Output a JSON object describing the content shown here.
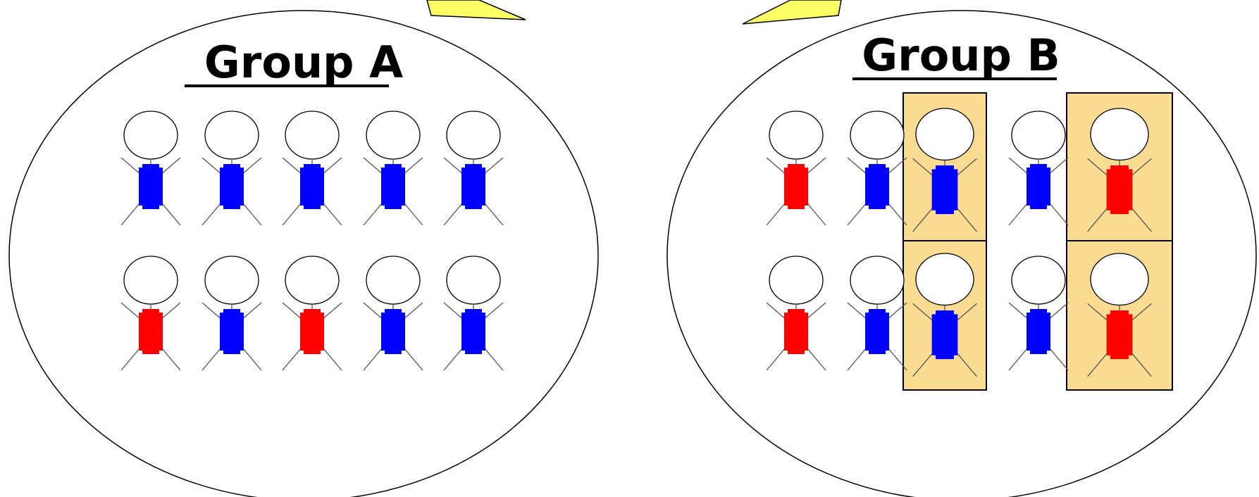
{
  "colors": {
    "pointer_fill": "#ffff66",
    "figure_blue": "#0000ff",
    "figure_red": "#ff0000",
    "highlight_fill": "#f9dc92",
    "outline": "#000000",
    "limb": "#555555"
  },
  "groups": [
    {
      "title": "Group A",
      "rows": [
        [
          {
            "color": "blue",
            "highlighted": false
          },
          {
            "color": "blue",
            "highlighted": false
          },
          {
            "color": "blue",
            "highlighted": false
          },
          {
            "color": "blue",
            "highlighted": false
          },
          {
            "color": "blue",
            "highlighted": false
          }
        ],
        [
          {
            "color": "red",
            "highlighted": false
          },
          {
            "color": "blue",
            "highlighted": false
          },
          {
            "color": "red",
            "highlighted": false
          },
          {
            "color": "blue",
            "highlighted": false
          },
          {
            "color": "blue",
            "highlighted": false
          }
        ]
      ]
    },
    {
      "title": "Group B",
      "rows": [
        [
          {
            "color": "red",
            "highlighted": false
          },
          {
            "color": "blue",
            "highlighted": false
          },
          {
            "color": "blue",
            "highlighted": true
          },
          {
            "color": "blue",
            "highlighted": false
          },
          {
            "color": "red",
            "highlighted": true
          }
        ],
        [
          {
            "color": "red",
            "highlighted": false
          },
          {
            "color": "blue",
            "highlighted": false
          },
          {
            "color": "blue",
            "highlighted": true
          },
          {
            "color": "blue",
            "highlighted": false
          },
          {
            "color": "red",
            "highlighted": true
          }
        ]
      ]
    }
  ]
}
